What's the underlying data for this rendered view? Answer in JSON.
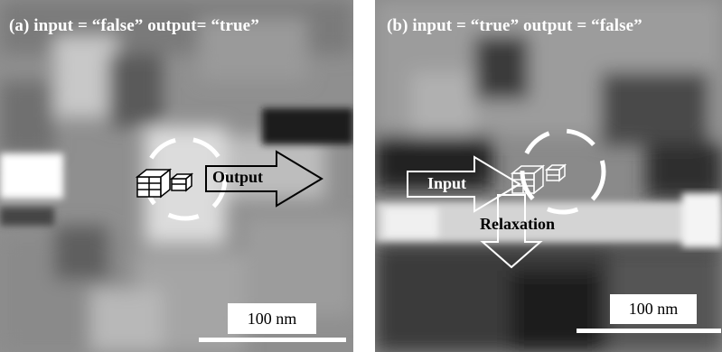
{
  "panels": [
    {
      "caption": "(a) input = “false” output= “true”",
      "arrow_label": "Output",
      "scale_label": "100 nm"
    },
    {
      "caption": "(b) input = “true” output = “false”",
      "arrow_in_label": "Input",
      "arrow_out_label": "Relaxation",
      "scale_label": "100 nm"
    }
  ]
}
